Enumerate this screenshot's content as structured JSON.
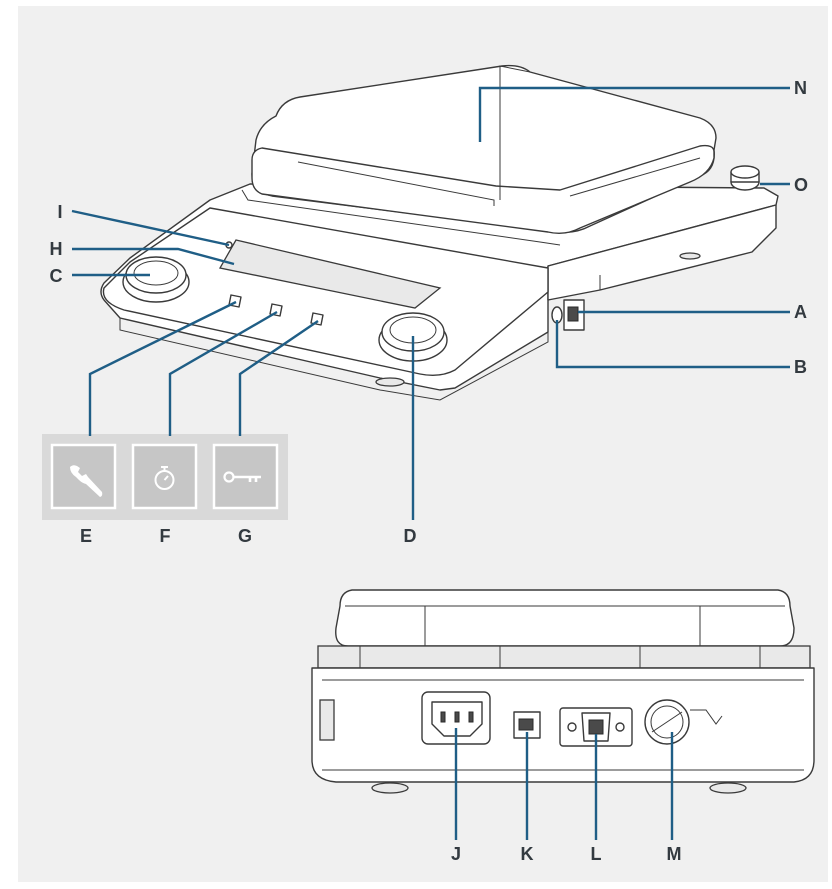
{
  "colors": {
    "background": "#f0f0f0",
    "leader_line": "#1f5e86",
    "label_text": "#333a40",
    "icon_box_fill": "#c6c6c6",
    "icon_box_panel": "#d9d9d9"
  },
  "callouts": {
    "A": "A",
    "B": "B",
    "C": "C",
    "D": "D",
    "E": "E",
    "F": "F",
    "G": "G",
    "H": "H",
    "I": "I",
    "J": "J",
    "K": "K",
    "L": "L",
    "M": "M",
    "N": "N",
    "O": "O"
  },
  "icons": {
    "E": "wrench-icon",
    "F": "stopwatch-icon",
    "G": "key-icon"
  }
}
